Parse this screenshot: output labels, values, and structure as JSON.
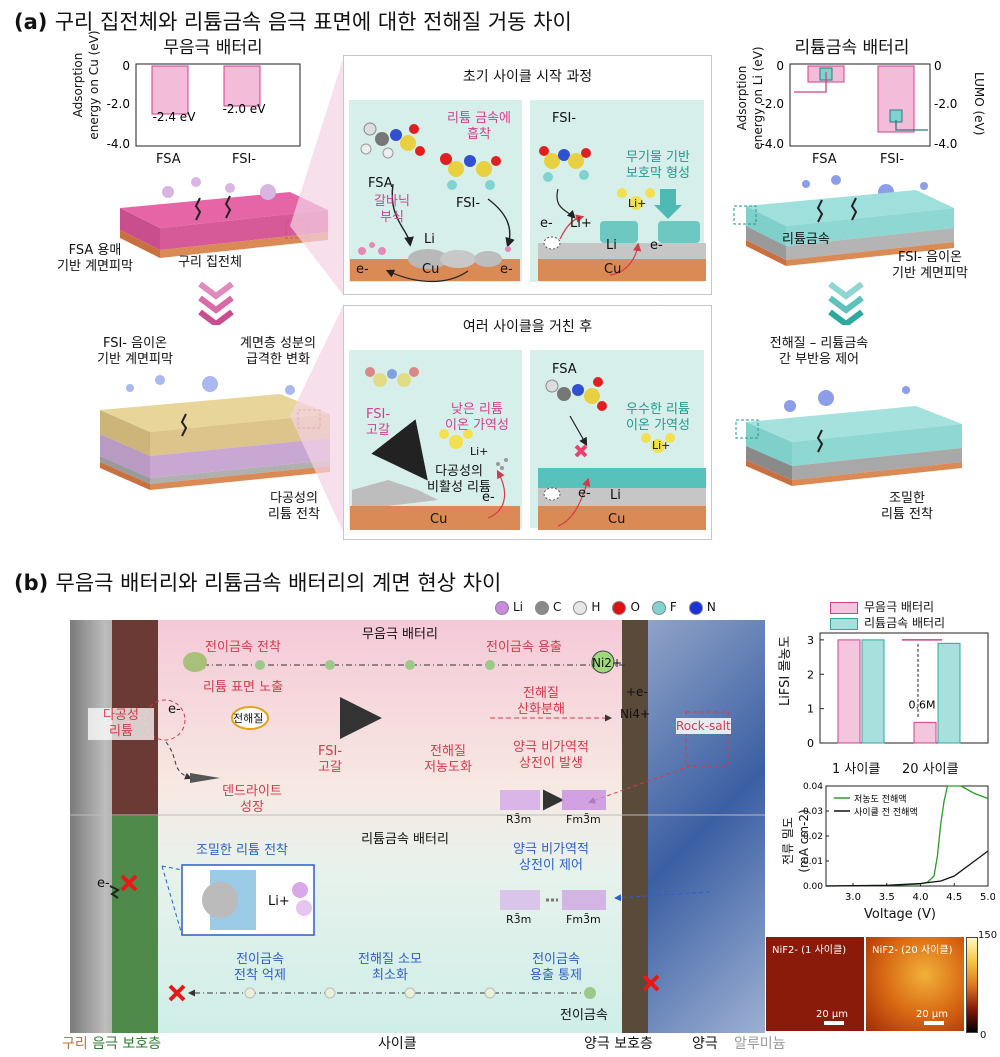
{
  "a": {
    "tag": "(a)",
    "title": "구리 집전체와 리튬금속 음극 표면에 대한 전해질 거동 차이",
    "left_chart": {
      "title": "무음극 배터리",
      "ylabel_line1": "Adsorption",
      "ylabel_line2": "energy on Cu (eV)",
      "ticks": [
        "0",
        "-2.0",
        "-4.0"
      ],
      "categories": [
        "FSA",
        "FSI-"
      ],
      "value_labels": [
        "-2.4 eV",
        "-2.0 eV"
      ]
    },
    "right_chart": {
      "title": "리튬금속 배터리",
      "ylabel_left_line1": "Adsorption",
      "ylabel_left_line2": "energy on Li (eV)",
      "ylabel_right": "LUMO (eV)",
      "ticks": [
        "0",
        "-2.0",
        "-4.0"
      ],
      "categories": [
        "FSA",
        "FSI-"
      ]
    },
    "left_block": {
      "cu_layer": "구리 집전체",
      "sei_label_1": "FSA 용매",
      "sei_label_2": "기반 계면피막"
    },
    "right_block": {
      "li_layer": "리튬금속",
      "sei_label_1": "FSI- 음이온",
      "sei_label_2": "기반 계면피막"
    },
    "initial": {
      "header": "초기 사이클 시작 과정",
      "left": {
        "adsorb_1": "리튬 금속에",
        "adsorb_2": "흡착",
        "fsa": "FSA",
        "galvanic_1": "갈바닉",
        "galvanic_2": "부식",
        "fsi": "FSI-",
        "li": "Li",
        "cu": "Cu",
        "e1": "e-",
        "e2": "e-"
      },
      "right": {
        "fsi": "FSI-",
        "inorg_1": "무기물 기반",
        "inorg_2": "보호막 형성",
        "li_ion": "Li+",
        "li_ion2": "Li+",
        "e1": "e-",
        "e2": "e-",
        "li": "Li",
        "cu": "Cu"
      }
    },
    "cycles": {
      "header": "여러 사이클을 거친 후",
      "left": {
        "fsi_1": "FSI-",
        "fsi_2": "고갈",
        "low_1": "낮은 리튬",
        "low_2": "이온 가역성",
        "li_ion": "Li+",
        "dead_1": "다공성의",
        "dead_2": "비활성 리튬",
        "e": "e-",
        "cu": "Cu"
      },
      "right": {
        "fsa": "FSA",
        "good_1": "우수한 리튬",
        "good_2": "이온 가역성",
        "li_ion": "Li+",
        "e": "e-",
        "li": "Li",
        "cu": "Cu"
      }
    },
    "bottom_left": {
      "fsi_1": "FSI- 음이온",
      "fsi_2": "기반 계면피막",
      "change_1": "계면층 성분의",
      "change_2": "급격한 변화",
      "porous_1": "다공성의",
      "porous_2": "리튬 전착"
    },
    "bottom_right": {
      "ctrl_1": "전해질 – 리튬금속",
      "ctrl_2": "간 부반응 제어",
      "dense_1": "조밀한",
      "dense_2": "리튬 전착"
    }
  },
  "b": {
    "tag": "(b)",
    "title": "무음극 배터리와 리튬금속 배터리의 계면 현상 차이",
    "atom_legend": [
      "Li",
      "C",
      "H",
      "O",
      "F",
      "N"
    ],
    "atom_colors": [
      "#c98ae0",
      "#8a8a8a",
      "#e6e6e6",
      "#e01010",
      "#7fd4cf",
      "#1a33d6"
    ],
    "top": {
      "header": "무음극 배터리",
      "tm_deposit": "전이금속 전착",
      "tm_dissolve": "전이금속 용출",
      "li_expose": "리튬 표면 노출",
      "porous_1": "다공성",
      "porous_2": "리튬",
      "e": "e-",
      "electrolyte": "전해질",
      "dendrite_1": "덴드라이트",
      "dendrite_2": "성장",
      "fsi_1": "FSI-",
      "fsi_2": "고갈",
      "lowconc_1": "전해질",
      "lowconc_2": "저농도화",
      "oxid_1": "전해질",
      "oxid_2": "산화분해",
      "irrev_1": "양극 비가역적",
      "irrev_2": "상전이 발생",
      "ni2": "Ni2+",
      "e_plus": "+e-",
      "ni4": "Ni4+",
      "rocksalt": "Rock-salt",
      "phase_a": "R3̄m",
      "phase_b": "Fm3̄m"
    },
    "bottom": {
      "header": "리튬금속 배터리",
      "dense": "조밀한 리튬 전착",
      "li_ion": "Li+",
      "e": "e-",
      "ctrl_1": "양극 비가역적",
      "ctrl_2": "상전이 제어",
      "phase_a": "R3̄m",
      "phase_b": "Fm3̄m",
      "sup_1": "전이금속",
      "sup_2": "전착 억제",
      "min_1": "전해질 소모",
      "min_2": "최소화",
      "dis_1": "전이금속",
      "dis_2": "용출 통제",
      "tm": "전이금속"
    },
    "footer": {
      "cu": "구리",
      "anode_prot": " 음극 보호층",
      "cycle": "사이클",
      "cath_prot": "양극 보호층",
      "cathode": "양극",
      "al": "알루미늄"
    },
    "bar_chart": {
      "legend": [
        "무음극 배터리",
        "리튬금속 배터리"
      ],
      "ylabel": "LiFSI 몰농도",
      "ticks": [
        "0",
        "1",
        "2",
        "3"
      ],
      "categories": [
        "1 사이클",
        "20 사이클"
      ],
      "annotation": "0.6M"
    },
    "line_chart": {
      "legend": [
        "저농도 전해액",
        "사이클 전 전해액"
      ],
      "ylabel_1": "전류 밀도",
      "ylabel_2": "(mA cm-2)",
      "xlabel": "Voltage (V)",
      "xticks": [
        "3.0",
        "3.5",
        "4.0",
        "4.5",
        "5.0"
      ],
      "yticks": [
        "0.00",
        "0.01",
        "0.02",
        "0.03",
        "0.04"
      ]
    },
    "maps": {
      "label_1": "NiF2- (1 사이클)",
      "label_2": "NiF2- (20 사이클)",
      "scale_1": "20 μm",
      "scale_2": "20 μm",
      "cbar_max": "150",
      "cbar_min": "0"
    }
  },
  "chart_data": [
    {
      "type": "bar",
      "title": "무음극 배터리",
      "categories": [
        "FSA",
        "FSI-"
      ],
      "values": [
        -2.4,
        -2.0
      ],
      "ylabel": "Adsorption energy on Cu (eV)",
      "ylim": [
        -4.0,
        0
      ]
    },
    {
      "type": "bar",
      "title": "리튬금속 배터리",
      "categories": [
        "FSA",
        "FSI-"
      ],
      "series": [
        {
          "name": "Adsorption energy on Li (eV)",
          "values": [
            -0.8,
            -3.3
          ]
        },
        {
          "name": "LUMO (eV)",
          "values": [
            -0.4,
            -2.5
          ]
        }
      ],
      "ylim": [
        -4.0,
        0
      ]
    },
    {
      "type": "bar",
      "categories": [
        "1 사이클",
        "20 사이클"
      ],
      "series": [
        {
          "name": "무음극 배터리",
          "values": [
            3.0,
            0.6
          ]
        },
        {
          "name": "리튬금속 배터리",
          "values": [
            3.0,
            2.9
          ]
        }
      ],
      "ylabel": "LiFSI 몰농도",
      "ylim": [
        0,
        3.2
      ]
    },
    {
      "type": "line",
      "series": [
        {
          "name": "저농도 전해액",
          "x": [
            2.6,
            3.5,
            4.0,
            4.1,
            4.2,
            4.25,
            4.3,
            4.35,
            4.4,
            4.6,
            4.8,
            5.0
          ],
          "y": [
            0.0,
            0.0002,
            0.0008,
            0.0015,
            0.004,
            0.012,
            0.025,
            0.034,
            0.04,
            0.04,
            0.037,
            0.035
          ]
        },
        {
          "name": "사이클 전 전해액",
          "x": [
            2.6,
            3.5,
            4.0,
            4.3,
            4.5,
            4.7,
            4.9,
            5.0
          ],
          "y": [
            0.0,
            0.0003,
            0.001,
            0.002,
            0.004,
            0.008,
            0.012,
            0.014
          ]
        }
      ],
      "xlabel": "Voltage (V)",
      "ylabel": "전류 밀도 (mA cm-2)",
      "xlim": [
        2.6,
        5.0
      ],
      "ylim": [
        0,
        0.04
      ]
    }
  ]
}
